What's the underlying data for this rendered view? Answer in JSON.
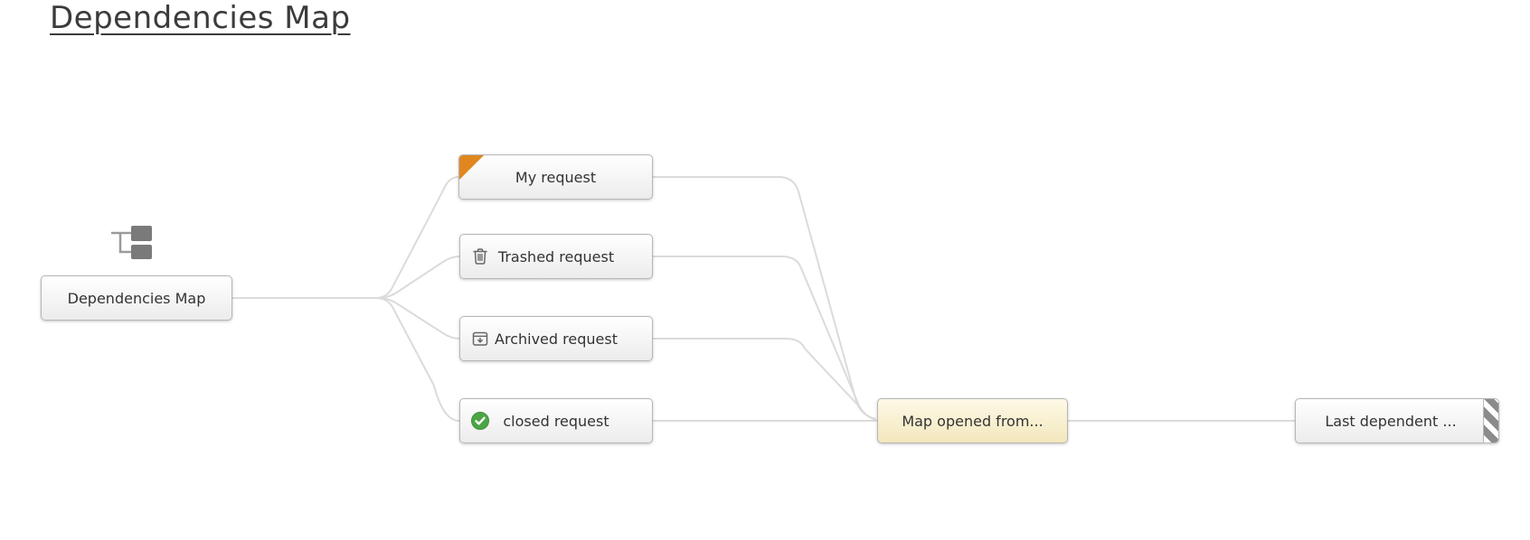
{
  "page": {
    "title": "Dependencies Map"
  },
  "diagram": {
    "nodes": {
      "root": {
        "label": "Dependencies Map",
        "icon": "hierarchy-icon"
      },
      "my_request": {
        "label": "My request",
        "badge": "orange-corner"
      },
      "trashed_request": {
        "label": "Trashed request",
        "icon": "trash-icon"
      },
      "archived_request": {
        "label": "Archived request",
        "icon": "archive-icon"
      },
      "closed_request": {
        "label": "closed request",
        "icon": "check-circle-icon"
      },
      "map_opened": {
        "label": "Map opened from..."
      },
      "last_dependent": {
        "label": "Last dependent ...",
        "badge": "striped-edge"
      }
    },
    "connections": [
      {
        "from": "root",
        "to": "my_request"
      },
      {
        "from": "root",
        "to": "trashed_request"
      },
      {
        "from": "root",
        "to": "archived_request"
      },
      {
        "from": "root",
        "to": "closed_request"
      },
      {
        "from": "my_request",
        "to": "map_opened"
      },
      {
        "from": "trashed_request",
        "to": "map_opened"
      },
      {
        "from": "archived_request",
        "to": "map_opened"
      },
      {
        "from": "closed_request",
        "to": "map_opened"
      },
      {
        "from": "map_opened",
        "to": "last_dependent"
      }
    ],
    "colors": {
      "connector": "#dbdbdb",
      "node_border": "#b6b6b6",
      "orange_corner": "#e0861f",
      "check_green": "#4ba446",
      "highlight_node_bg": "#f7edc8",
      "icon_gray": "#666666",
      "stripe_gray": "#8b8b8b",
      "text": "#333333"
    }
  }
}
